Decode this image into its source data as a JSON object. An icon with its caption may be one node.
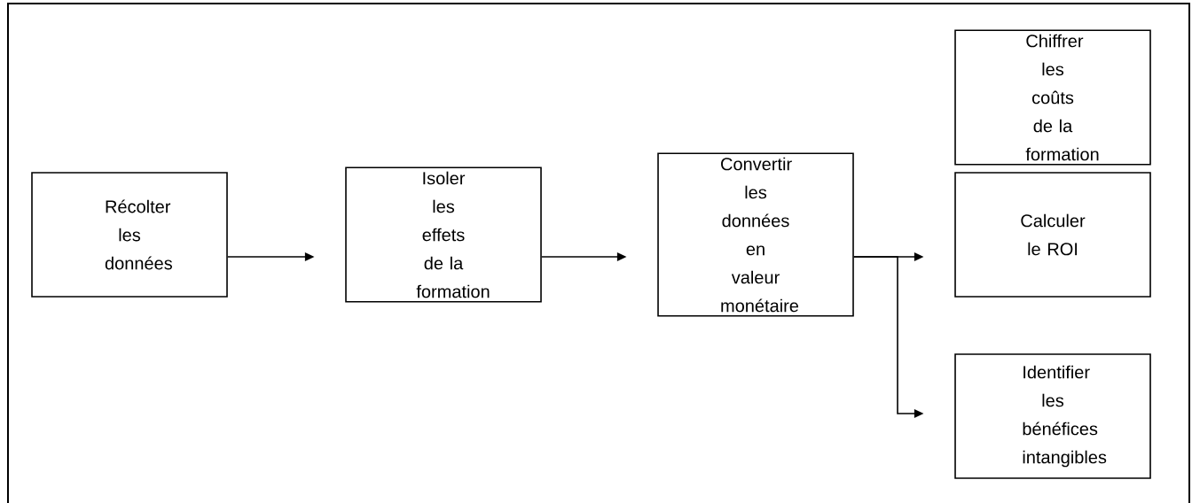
{
  "diagram": {
    "nodes": [
      {
        "text": [
          "Récolter les données"
        ]
      },
      {
        "text": [
          "Isoler les effets de la formation"
        ]
      },
      {
        "text": [
          "Convertir les données en valeur monétaire"
        ]
      },
      {
        "text": [
          "Chiffrer les coûts de la formation"
        ]
      },
      {
        "text": [
          "Calculer le ROI"
        ]
      },
      {
        "text": [
          "Identifier les bénéfices intangibles"
        ]
      }
    ],
    "edges": [
      {
        "from": 0,
        "to": 1,
        "arrow": "to"
      },
      {
        "from": 1,
        "to": 2,
        "arrow": "to"
      },
      {
        "from": 2,
        "to": 4,
        "arrow": "to"
      },
      {
        "from": 2,
        "to": 5,
        "arrow": "to"
      }
    ]
  }
}
